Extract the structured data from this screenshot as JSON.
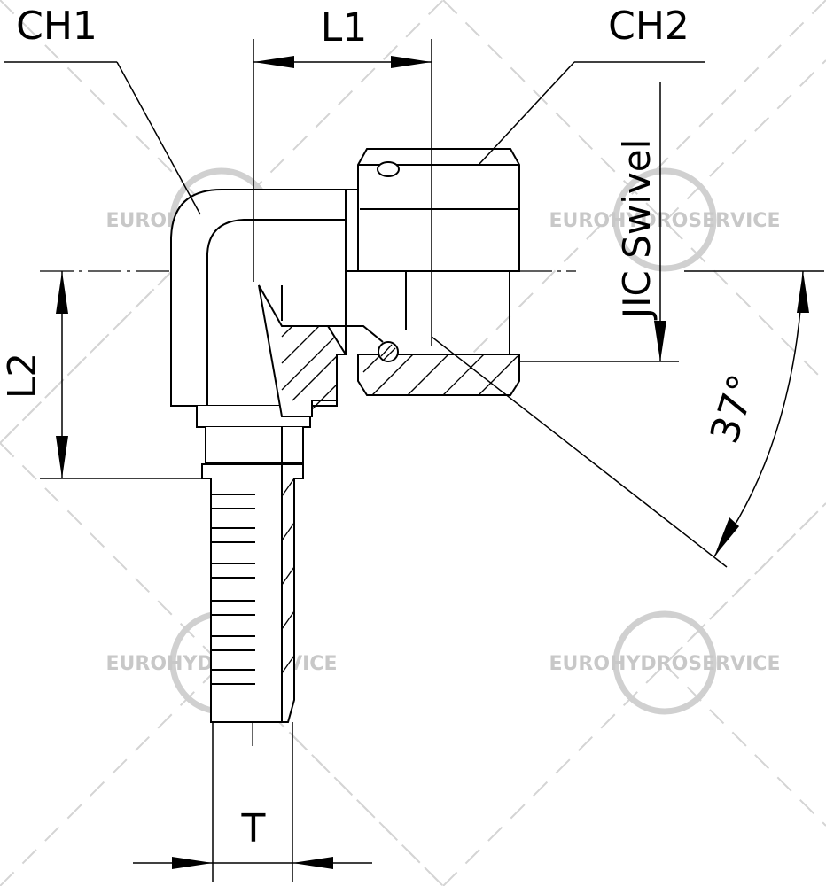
{
  "labels": {
    "ch1": "CH1",
    "ch2": "CH2",
    "l1": "L1",
    "l2": "L2",
    "t": "T",
    "thread": "JIC Swivel",
    "angle": "37°"
  },
  "watermark": {
    "text": "EUROHYDROSERVICE",
    "color": "#c8c8c8"
  }
}
